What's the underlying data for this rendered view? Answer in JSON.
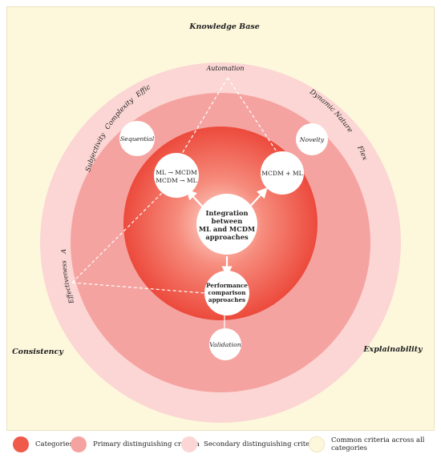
{
  "corners": {
    "top": "Knowledge Base",
    "left": "Consistency",
    "right": "Explainability"
  },
  "secondary_ring": {
    "left_arc": [
      "Subjectivity",
      "Complexity",
      "Efficiency"
    ],
    "right_arc": [
      "Dynamic Nature",
      "Flexibility"
    ]
  },
  "primary_ring": {
    "top": "Automation",
    "left": [
      "Applicability",
      "Effectiveness"
    ]
  },
  "nodes": {
    "center": [
      "Integration",
      "between",
      "ML and MCDM",
      "approaches"
    ],
    "left": [
      "ML → MCDM",
      "MCDM → ML"
    ],
    "right": [
      "MCDM + ML"
    ],
    "bottom": [
      "Performance",
      "comparison",
      "approaches"
    ],
    "sequential": "Sequential",
    "novelty": "Novelty",
    "validation": "Validation"
  },
  "legend": [
    {
      "label": "Categories",
      "color": "#ef5a4b"
    },
    {
      "label": "Primary distinguishing criteria",
      "color": "#f5a3a0"
    },
    {
      "label": "Secondary distinguishing criteria",
      "color": "#fbd6d4"
    },
    {
      "label": "Common criteria across all categories",
      "color": "#fdf8dc"
    }
  ]
}
